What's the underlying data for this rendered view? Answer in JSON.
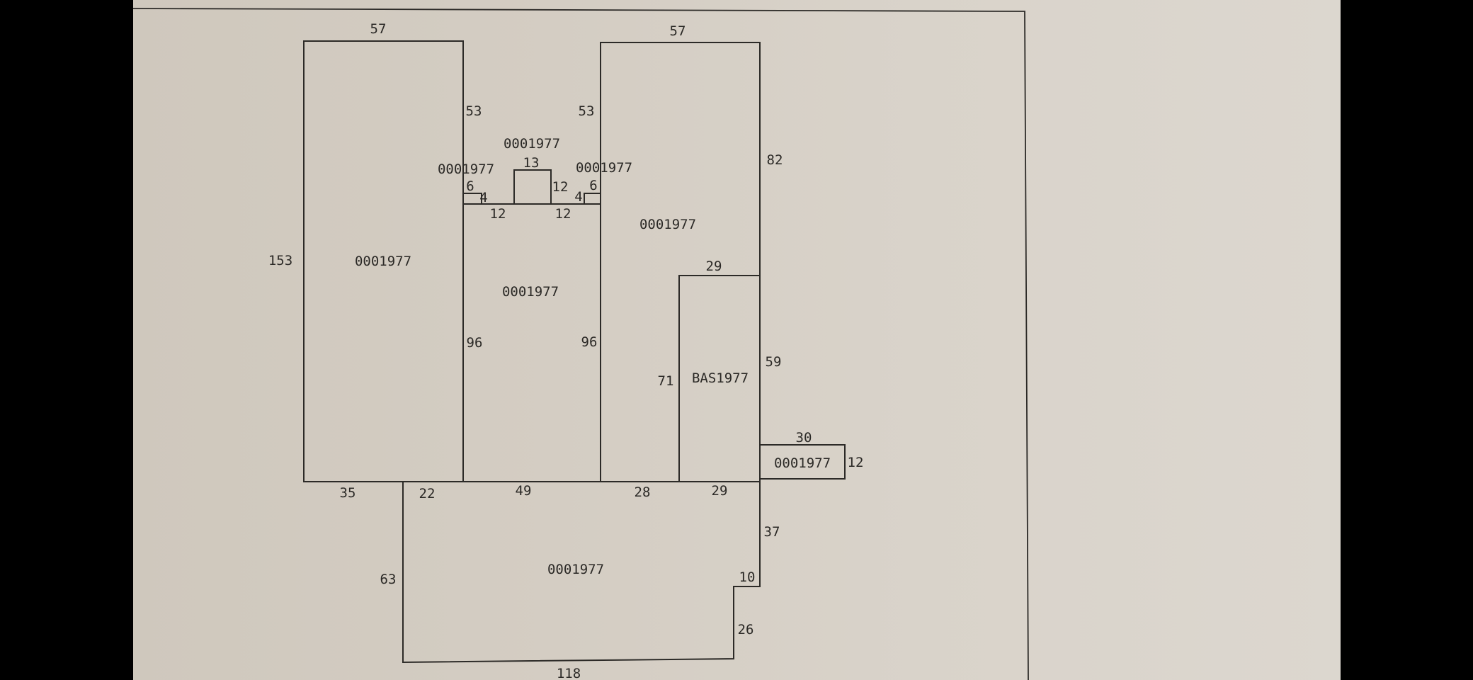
{
  "sketch": {
    "area_labels": {
      "left_wing": "0001977",
      "center_room": "0001977",
      "right_wing": "0001977",
      "bas": "BAS1977",
      "bump_out": "0001977",
      "lower_section": "0001977",
      "alcove_top": "0001977",
      "notch_left": "0001977",
      "notch_right": "0001977"
    },
    "dimensions": {
      "left_top": "57",
      "right_top": "57",
      "left_height": "153",
      "left_bottom": "35",
      "center_left_upper": "53",
      "center_right_upper": "53",
      "right_side_upper": "82",
      "alcove_width": "13",
      "alcove_height": "12",
      "notch_left_height": "6",
      "notch_left_width": "4",
      "notch_right_width": "4",
      "notch_right_height": "6",
      "ledge_left": "12",
      "ledge_right": "12",
      "center_left_lower": "96",
      "center_right_lower": "96",
      "bas_top": "29",
      "bas_height": "71",
      "right_side_mid": "59",
      "bump_width": "30",
      "bump_height": "12",
      "mid_22": "22",
      "mid_49": "49",
      "mid_28": "28",
      "mid_29": "29",
      "lower_right_upper": "37",
      "lower_step": "10",
      "lower_right_lower": "26",
      "lower_left_height": "63",
      "lower_bottom": "118"
    }
  }
}
